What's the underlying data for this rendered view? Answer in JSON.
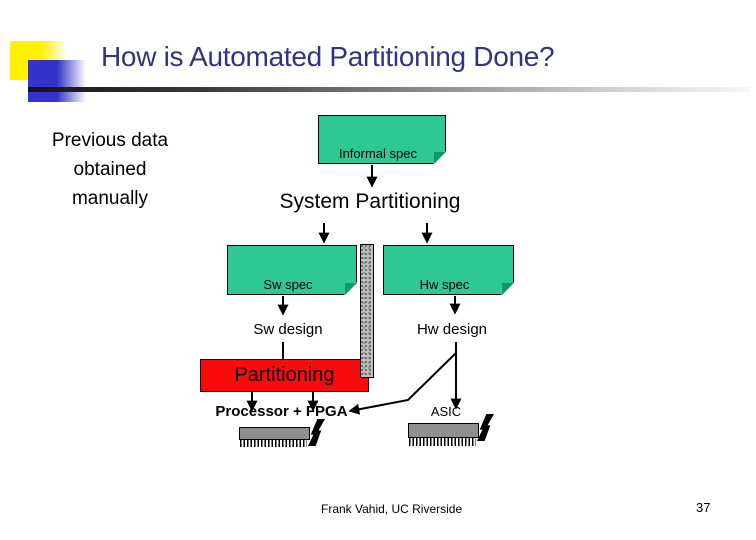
{
  "slide": {
    "title": "How is Automated Partitioning Done?",
    "note": "Previous data\nobtained\nmanually",
    "footer": {
      "author": "Frank Vahid, UC Riverside",
      "page": "37"
    }
  },
  "diagram": {
    "informal_spec": "Informal spec",
    "system_partitioning": "System Partitioning",
    "sw_spec": "Sw spec",
    "hw_spec": "Hw spec",
    "sw_design": "Sw design",
    "hw_design": "Hw design",
    "partitioning": "Partitioning",
    "processor_fpga": "Processor + FPGA",
    "asic": "ASIC"
  },
  "colors": {
    "title_blue": "#333380",
    "doc_green": "#2EC895",
    "fold_green": "#0E9B6B",
    "partition_red": "#FA0B0B",
    "chip_gray": "#8F8F8F",
    "bar_gray": "#C2C2C2",
    "deco_yellow": "#FFF200",
    "deco_blue": "#3333CC",
    "text_black": "#000000"
  }
}
